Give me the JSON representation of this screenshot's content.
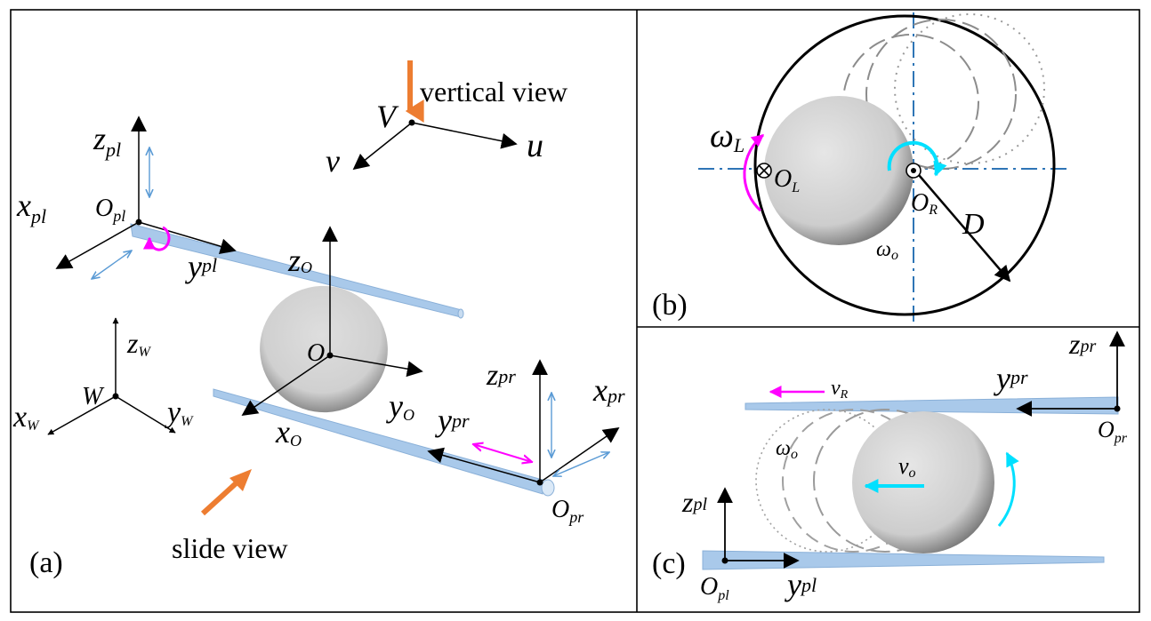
{
  "colors": {
    "rod": "#a9c9ea",
    "rod_edge": "#8ab0d8",
    "rod_arrow": "#5b9bd5",
    "magenta": "#ff00ff",
    "cyan": "#00e0ff",
    "orange": "#ed7d31",
    "axisline": "#2e75b6",
    "ink": "#000000",
    "sphere": "#cfcfcf"
  },
  "panel_a": {
    "label": "(a)",
    "vertical_view": "vertical view",
    "slide_view": "slide view",
    "V": "V",
    "u": "u",
    "v": "v",
    "z_pl": {
      "base": "z",
      "sub": "pl"
    },
    "x_pl": {
      "base": "x",
      "sub": "pl"
    },
    "y_pl": {
      "base": "y",
      "sub": "pl"
    },
    "O_pl": {
      "base": "O",
      "sub": "pl"
    },
    "z_o": {
      "base": "z",
      "sub": "O"
    },
    "O": "O",
    "y_o": {
      "base": "y",
      "sub": "O"
    },
    "x_o": {
      "base": "x",
      "sub": "O"
    },
    "z_w": {
      "base": "z",
      "sub": "W"
    },
    "W": "W",
    "x_w": {
      "base": "x",
      "sub": "W"
    },
    "y_w": {
      "base": "y",
      "sub": "W"
    },
    "z_pr": {
      "base": "z",
      "sub": "pr"
    },
    "x_pr": {
      "base": "x",
      "sub": "pr"
    },
    "y_pr": {
      "base": "y",
      "sub": "pr"
    },
    "O_pr": {
      "base": "O",
      "sub": "pr"
    }
  },
  "panel_b": {
    "label": "(b)",
    "omega_L": {
      "base": "ω",
      "sub": "L"
    },
    "O_L": {
      "base": "O",
      "sub": "L"
    },
    "O_R": {
      "base": "O",
      "sub": "R"
    },
    "D": "D",
    "omega_o": {
      "base": "ω",
      "sub": "o"
    }
  },
  "panel_c": {
    "label": "(c)",
    "z_pr": {
      "base": "z",
      "sub": "pr"
    },
    "y_pr": {
      "base": "y",
      "sub": "pr"
    },
    "v_R": {
      "base": "v",
      "sub": "R"
    },
    "O_pr": {
      "base": "O",
      "sub": "pr"
    },
    "omega_o": {
      "base": "ω",
      "sub": "o"
    },
    "v_o": {
      "base": "v",
      "sub": "o"
    },
    "z_pl": {
      "base": "z",
      "sub": "pl"
    },
    "O_pl": {
      "base": "O",
      "sub": "pl"
    },
    "y_pl": {
      "base": "y",
      "sub": "pl"
    }
  }
}
